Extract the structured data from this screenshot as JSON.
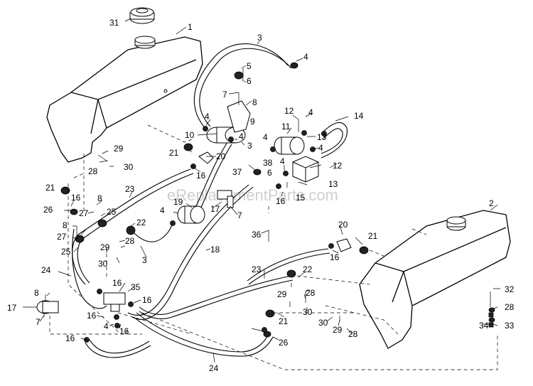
{
  "watermark": "eReplacementParts.com",
  "labels": {
    "l31": "31",
    "l1": "1",
    "l3a": "3",
    "l4a": "4",
    "l5": "5",
    "l6a": "6",
    "l7a": "7",
    "l8a": "8",
    "l4b": "4",
    "l9": "9",
    "l10": "10",
    "l4c": "4",
    "l3b": "3",
    "l12a": "12",
    "l4d": "4",
    "l14": "14",
    "l11": "11",
    "l4e": "4",
    "l13a": "13",
    "l4f": "4",
    "l29a": "29",
    "l21a": "21",
    "l20a": "20",
    "l28a": "28",
    "l30a": "30",
    "l16a": "16",
    "l37": "37",
    "l38": "38",
    "l4g": "4",
    "l12b": "12",
    "l6b": "6",
    "l13b": "13",
    "l21b": "21",
    "l23a": "23",
    "l16b": "16",
    "l15": "15",
    "l16c": "16",
    "l8b": "8",
    "l26a": "26",
    "l27a": "27",
    "l25a": "25",
    "l4h": "4",
    "l19": "19",
    "l17a": "17",
    "l7b": "7",
    "l22a": "22",
    "l8c": "8",
    "l27b": "27",
    "l28b": "28",
    "l29b": "29",
    "l36": "36",
    "l25b": "25",
    "l3c": "3",
    "l30b": "30",
    "l18": "18",
    "l20b": "20",
    "l21c": "21",
    "l16d": "16",
    "l2": "2",
    "l24a": "24",
    "l23b": "23",
    "l22b": "22",
    "l16e": "16",
    "l35": "35",
    "l29c": "29",
    "l28c": "28",
    "l8d": "8",
    "l16f": "16",
    "l32": "32",
    "l17b": "17",
    "l30c": "30",
    "l7c": "7",
    "l16g": "16",
    "l4i": "4",
    "l16h": "16",
    "l21d": "21",
    "l30d": "30",
    "l29d": "29",
    "l28d": "28",
    "l28e": "28",
    "l16i": "16",
    "l26b": "26",
    "l34": "34",
    "l33": "33",
    "l24b": "24"
  }
}
